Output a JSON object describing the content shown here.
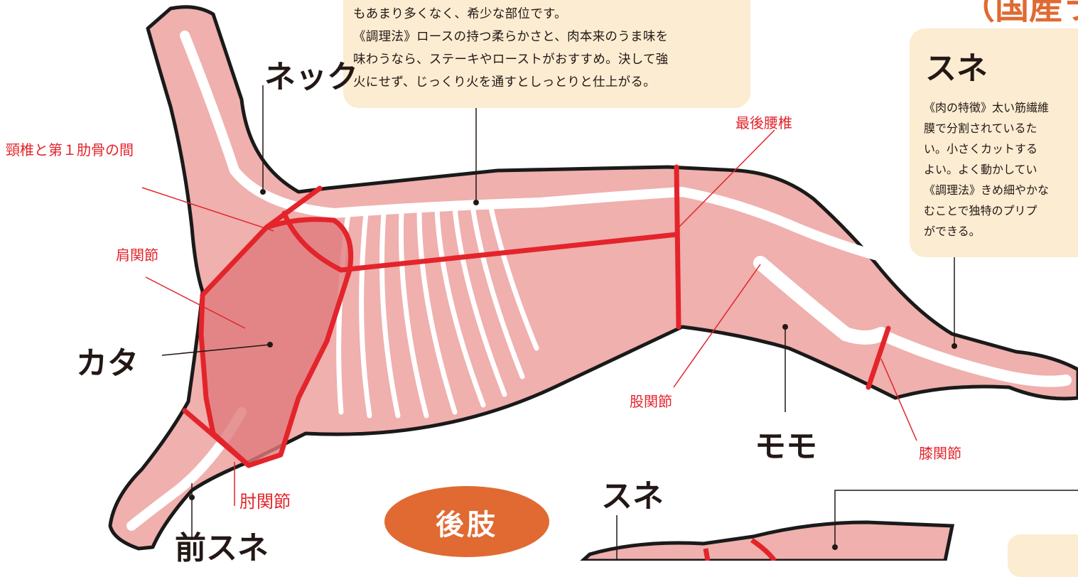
{
  "header": {
    "corner_title": "（国産ラ"
  },
  "info_top": {
    "lines": [
      "もあまり多くなく、希少な部位です。",
      "《調理法》ロースの持つ柔らかさと、肉本来のうま味を",
      "味わうなら、ステーキやローストがおすすめ。決して強",
      "火にせず、じっくり火を通すとしっとりと仕上がる。"
    ]
  },
  "info_right": {
    "title": "スネ",
    "lines": [
      "《肉の特徴》太い筋繊維",
      "膜で分割されているた",
      "い。小さくカットする",
      "よい。よく動かしてい",
      "《調理法》きめ細やかな",
      "むことで独特のプリプ",
      "ができる。"
    ]
  },
  "cuts": {
    "neck": "ネック",
    "shoulder": "カタ",
    "fore_shank": "前スネ",
    "leg": "モモ",
    "shank_lower": "スネ"
  },
  "landmarks": {
    "cervical": "頸椎と第１肋骨の間",
    "shoulder_joint": "肩関節",
    "elbow_joint": "肘関節",
    "last_lumbar": "最後腰椎",
    "hip_joint": "股関節",
    "knee_joint": "膝関節"
  },
  "section_badge": "後肢",
  "colors": {
    "body_fill": "#efb0ae",
    "shoulder_fill": "#e07a7c",
    "cut_line": "#e3242b",
    "bone": "#ffffff",
    "callout_bg": "#fbecd2",
    "badge": "#e06a32"
  }
}
